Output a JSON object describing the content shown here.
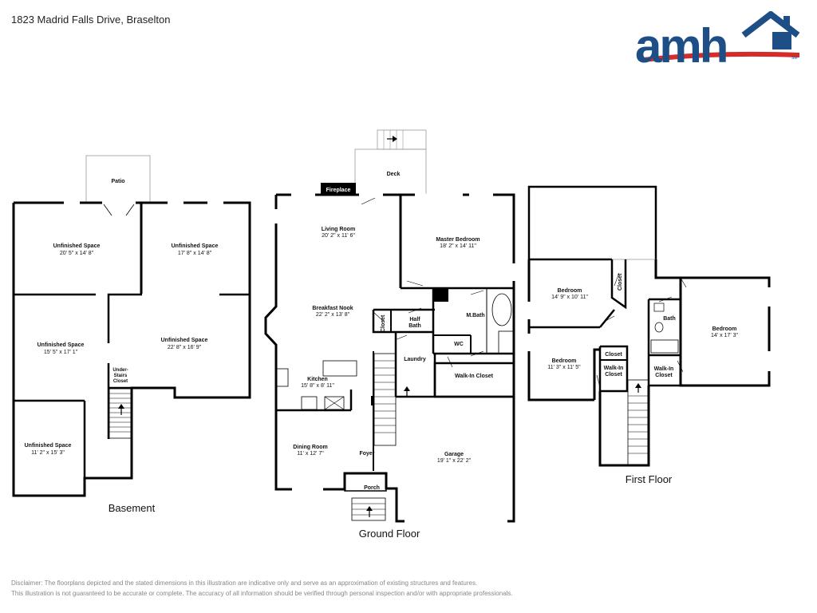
{
  "address": "1823 Madrid Falls Drive, Braselton",
  "logo": {
    "text": "amh",
    "mark": "SM",
    "brand_blue": "#1d4f86",
    "accent_red": "#d62b2b"
  },
  "floors": {
    "basement": "Basement",
    "ground": "Ground Floor",
    "first": "First Floor"
  },
  "rooms": {
    "patio": "Patio",
    "unf1": {
      "name": "Unfinished Space",
      "dim": "20' 5\" x 14' 8\""
    },
    "unf2": {
      "name": "Unfinished Space",
      "dim": "17' 8\" x 14' 8\""
    },
    "unf3": {
      "name": "Unfinished Space",
      "dim": "15' 5\" x 17' 1\""
    },
    "unf4": {
      "name": "Unfinished Space",
      "dim": "22' 8\" x 16' 9\""
    },
    "unf5": {
      "name": "Unfinished Space",
      "dim": "11' 2\" x 15' 3\""
    },
    "under_stairs_1": "Under-",
    "under_stairs_2": "Stairs",
    "under_stairs_3": "Closet",
    "deck": "Deck",
    "fireplace": "Fireplace",
    "living": {
      "name": "Living Room",
      "dim": "20' 2\" x 11' 6\""
    },
    "master": {
      "name": "Master Bedroom",
      "dim": "18' 2\" x 14' 11\""
    },
    "nook": {
      "name": "Breakfast Nook",
      "dim": "22' 2\" x 13' 8\""
    },
    "closet_g": "Closet",
    "half_bath_1": "Half",
    "half_bath_2": "Bath",
    "mbath": "M.Bath",
    "wc": "WC",
    "laundry": "Laundry",
    "kitchen": {
      "name": "Kitchen",
      "dim": "15' 8\" x 8' 11\""
    },
    "walkin_g": "Walk-In Closet",
    "dining": {
      "name": "Dining Room",
      "dim": "11' x 12' 7\""
    },
    "foyer": "Foyer",
    "garage": {
      "name": "Garage",
      "dim": "19' 1\" x 22' 2\""
    },
    "porch": "Porch",
    "bed1": {
      "name": "Bedroom",
      "dim": "14' 9\" x 10' 11\""
    },
    "bed2": {
      "name": "Bedroom",
      "dim": "11' 3\" x 11' 5\""
    },
    "bed3": {
      "name": "Bedroom",
      "dim": "14' x 17' 3\""
    },
    "closet_f1": "Closet",
    "closet_f2": "Closet",
    "bath_f": "Bath",
    "walkin_f1_1": "Walk-In",
    "walkin_f1_2": "Closet",
    "walkin_f2_1": "Walk-In",
    "walkin_f2_2": "Closet"
  },
  "disclaimer": {
    "line1": "Disclaimer: The floorplans depicted and the stated dimensions in this illustration are indicative only and serve as an approximation of existing structures and features.",
    "line2": "This illustration is not guaranteed to be accurate or complete. The accuracy of all information should be verified through personal inspection and/or with appropriate professionals."
  }
}
